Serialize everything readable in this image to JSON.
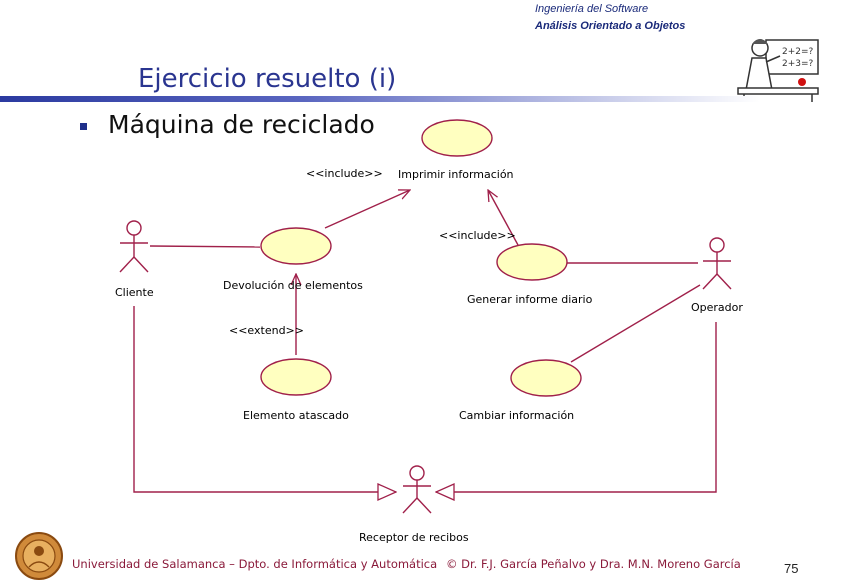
{
  "header": {
    "course": "Ingeniería del Software",
    "topic": "Análisis Orientado a Objetos"
  },
  "slide": {
    "title": "Ejercicio resuelto (i)",
    "subtitle": "Máquina de reciclado"
  },
  "diagram": {
    "actors": {
      "cliente": "Cliente",
      "operador": "Operador",
      "receptor": "Receptor de recibos"
    },
    "use_cases": {
      "imprimir": "Imprimir información",
      "devolucion": "Devolución de elementos",
      "generar": "Generar informe diario",
      "atascado": "Elemento atascado",
      "cambiar": "Cambiar información"
    },
    "stereotypes": {
      "include_1": "<<include>>",
      "include_2": "<<include>>",
      "extend": "<<extend>>"
    }
  },
  "colors": {
    "line": "#a0204a",
    "usecase_fill": "#ffffc0",
    "title": "#2a3590"
  },
  "footer": {
    "left": "Universidad de Salamanca – Dpto. de Informática y Automática",
    "right": "© Dr. F.J. García Peñalvo y Dra. M.N. Moreno García",
    "page": "75"
  }
}
